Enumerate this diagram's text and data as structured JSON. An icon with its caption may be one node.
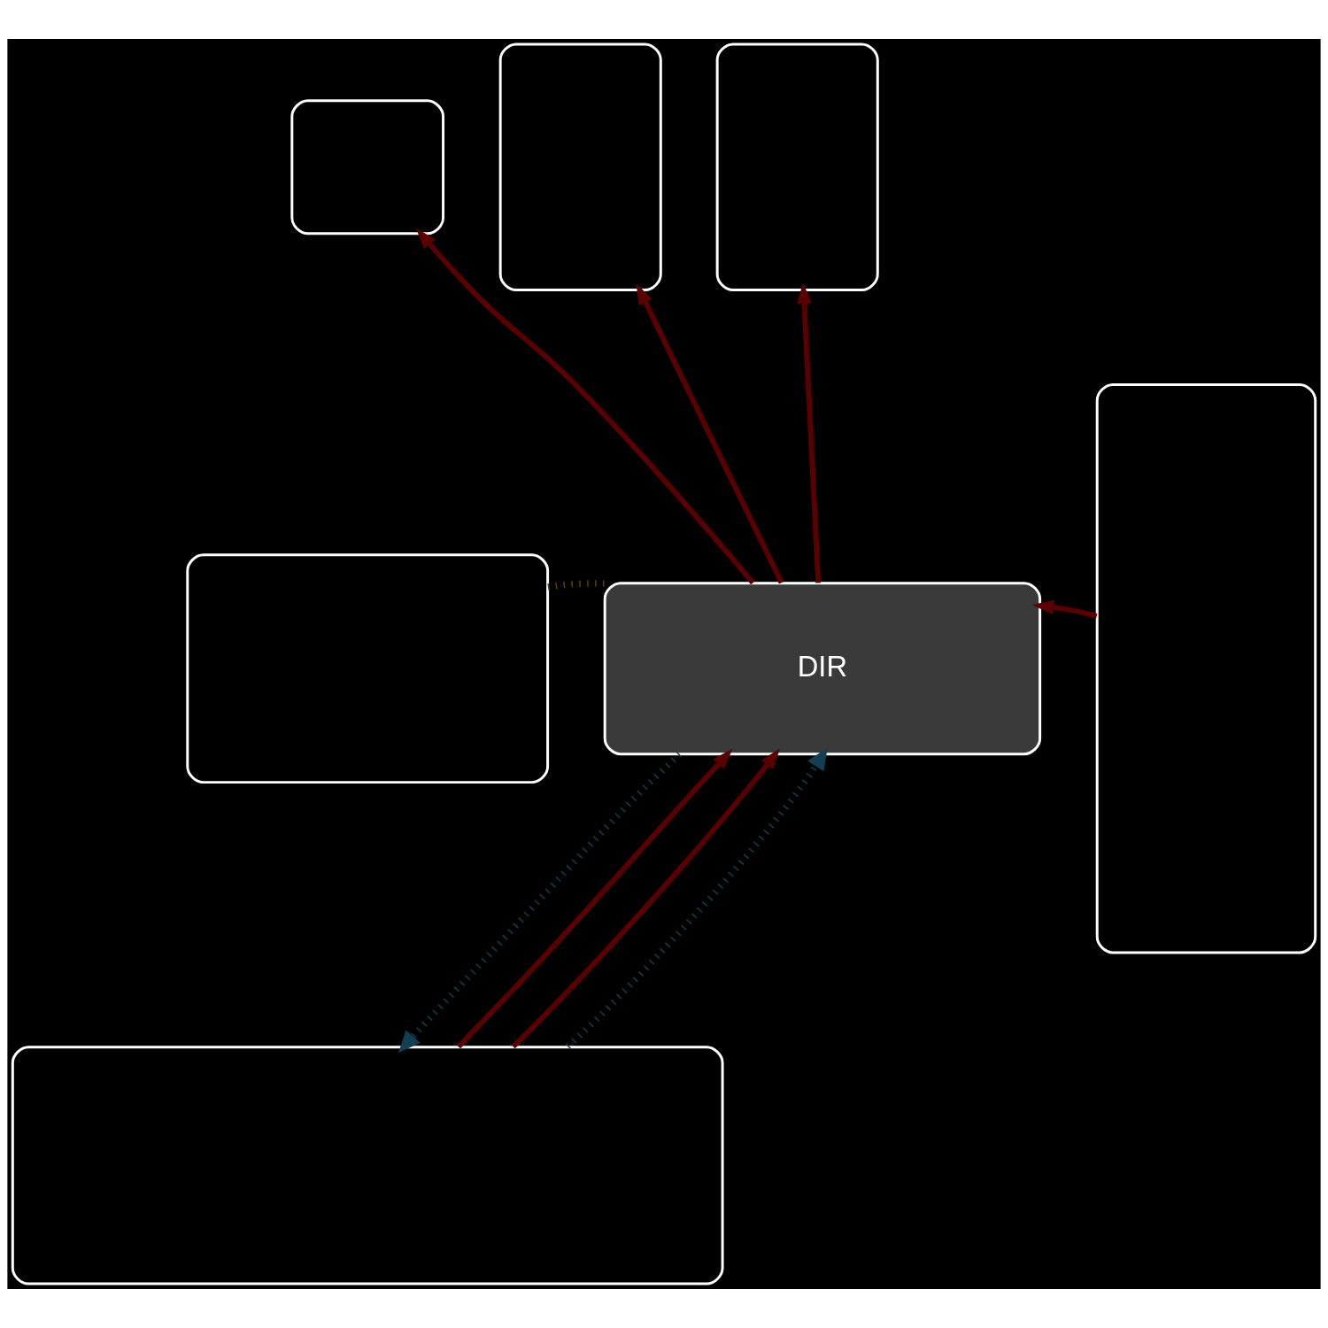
{
  "diagram": {
    "nodes": [
      {
        "text": [],
        "shape": "box"
      },
      {
        "text": [],
        "shape": "box"
      },
      {
        "text": [],
        "shape": "box"
      },
      {
        "text": [],
        "shape": "box"
      },
      {
        "text": [],
        "shape": "box"
      },
      {
        "text": [
          "DIR"
        ]
      },
      {
        "text": [],
        "shape": "box"
      }
    ],
    "edges": [
      {
        "from": 5,
        "to": 0,
        "arrow": "to"
      },
      {
        "from": 5,
        "to": 1,
        "arrow": "to"
      },
      {
        "from": 5,
        "to": 2,
        "arrow": "to"
      },
      {
        "from": 3,
        "to": 5,
        "arrow": "to"
      },
      {
        "from": 6,
        "to": 5,
        "arrow": "to"
      },
      {
        "from": 6,
        "to": 5,
        "arrow": "to"
      },
      {
        "from": 4,
        "to": 5,
        "arrow": "none",
        "style": "dashed",
        "color": "#5c4300"
      },
      {
        "from": 6,
        "to": 5,
        "arrow": "to",
        "style": "dashed",
        "color": "#143f52"
      },
      {
        "from": 5,
        "to": 6,
        "arrow": "to",
        "style": "dashed",
        "color": "#143f52"
      }
    ]
  }
}
